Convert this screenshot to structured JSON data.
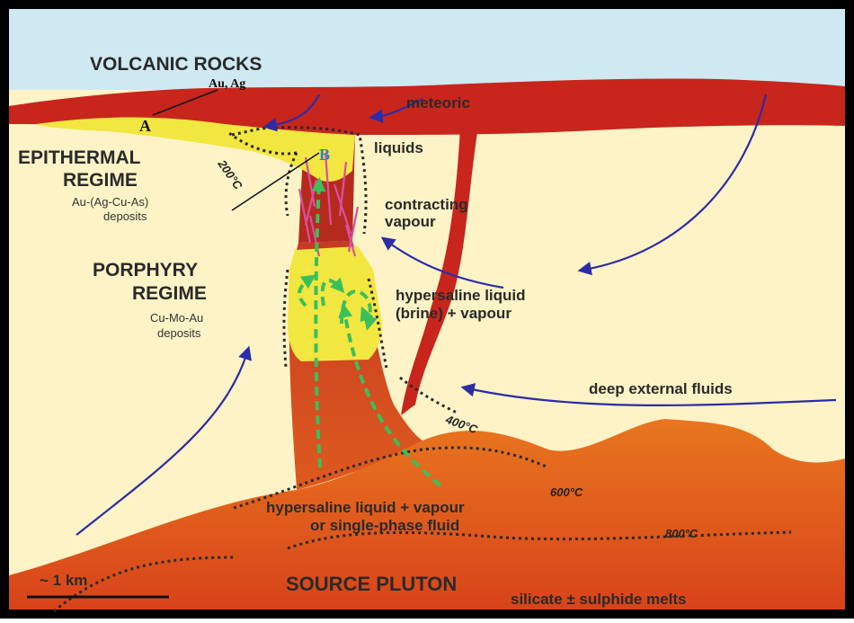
{
  "labels": {
    "volcanic_rocks": "VOLCANIC ROCKS",
    "au_ag": "Au, Ag",
    "marker_a": "A",
    "marker_b": "B",
    "meteoric": "meteoric",
    "liquids": "liquids",
    "epithermal_line1": "EPITHERMAL",
    "epithermal_line2": "REGIME",
    "epithermal_deposits_line1": "Au-(Ag-Cu-As)",
    "epithermal_deposits_line2": "deposits",
    "temp_200": "200°C",
    "contracting_line1": "contracting",
    "contracting_line2": "vapour",
    "porphyry_line1": "PORPHYRY",
    "porphyry_line2": "REGIME",
    "porphyry_deposits_line1": "Cu-Mo-Au",
    "porphyry_deposits_line2": "deposits",
    "hypersaline_brine_line1": "hypersaline liquid",
    "hypersaline_brine_line2": "(brine) + vapour",
    "deep_external_fluids": "deep external fluids",
    "temp_400": "400°C",
    "temp_600": "600°C",
    "hypersaline_single_line1": "hypersaline liquid + vapour",
    "hypersaline_single_line2": "or single-phase fluid",
    "temp_800": "800°C",
    "scale": "~ 1 km",
    "source_pluton": "SOURCE PLUTON",
    "melts": "silicate ± sulphide melts"
  },
  "colors": {
    "sky": "#cfe9f2",
    "host_rock": "#fdf3c6",
    "volcanic": "#c8251c",
    "pluton": "#e8641e",
    "yellow_zone": "#f2e640",
    "flow_arrow": "#2c2ca8",
    "green_arrow": "#3bbf5a",
    "veins": "#d94fa0",
    "marker_b": "#2f7fd0"
  }
}
